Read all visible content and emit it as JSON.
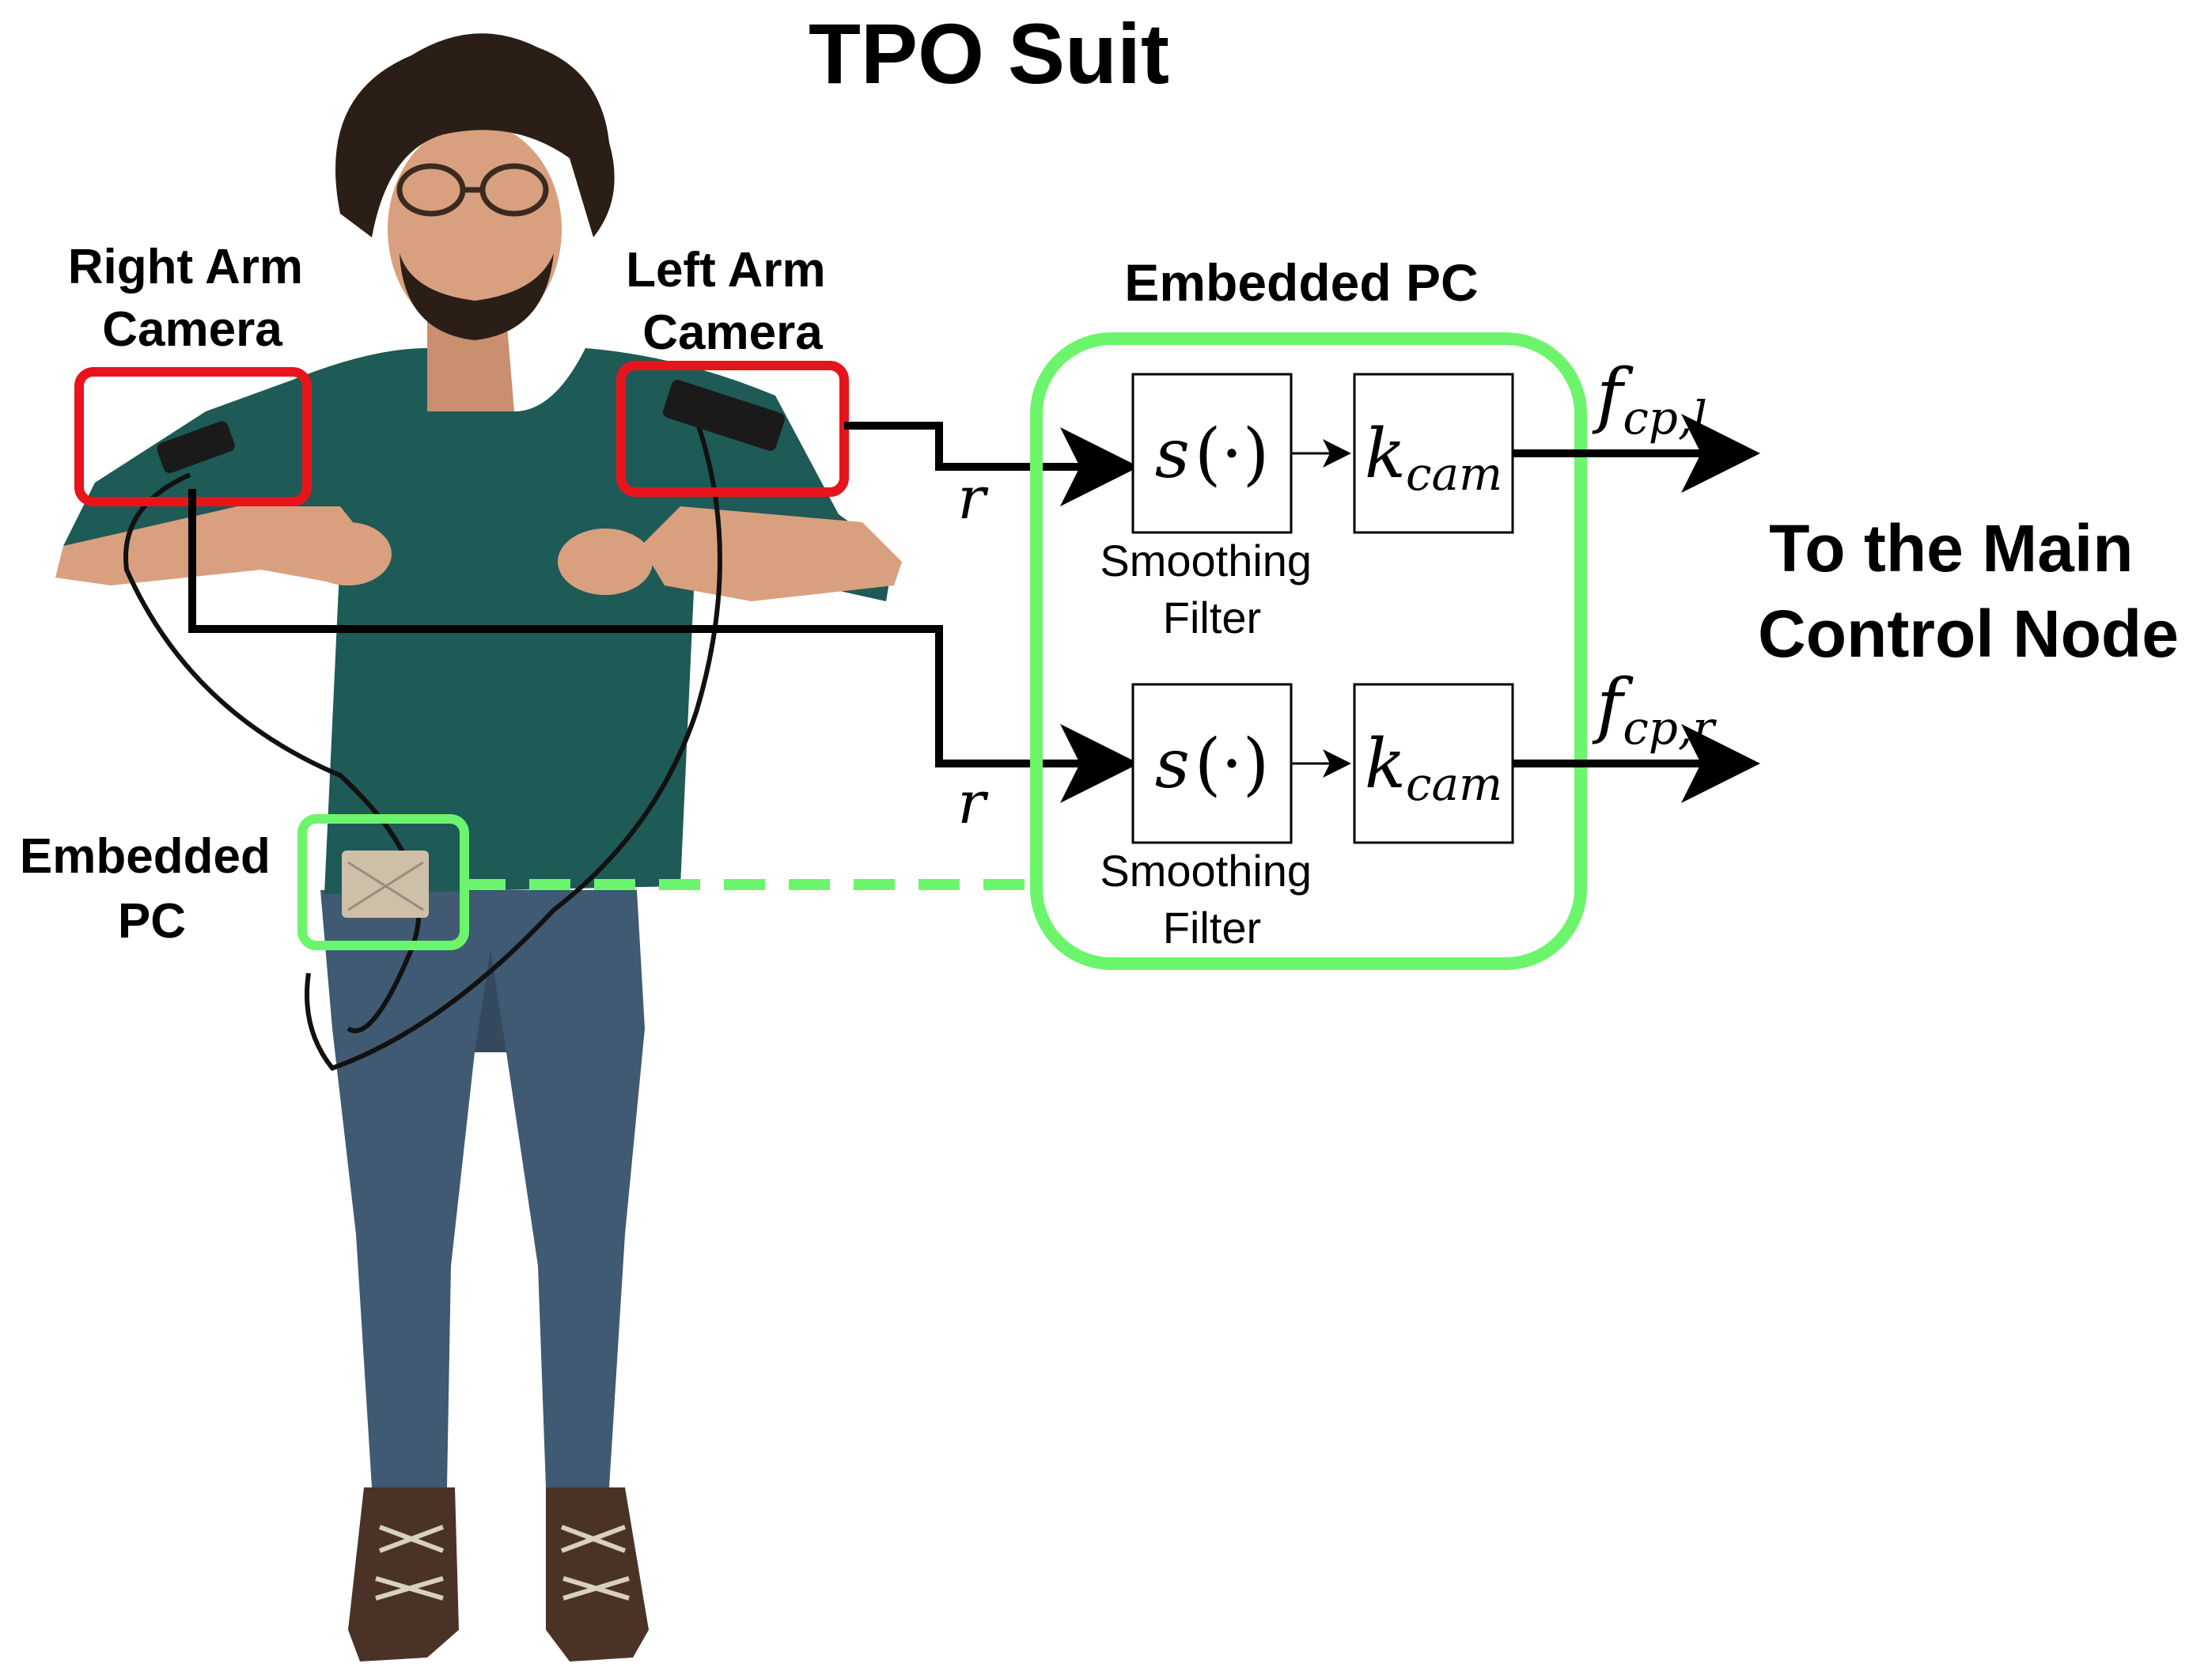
{
  "title": "TPO Suit",
  "labels": {
    "right_arm_camera": [
      "Right Arm",
      "Camera"
    ],
    "left_arm_camera": [
      "Left Arm",
      "Camera"
    ],
    "embedded_pc_small": [
      "Embedded",
      "PC"
    ],
    "embedded_pc_box": "Embedded PC",
    "output_target": [
      "To the Main",
      "Control Node"
    ]
  },
  "signals": {
    "input_top": "r",
    "input_bottom": "r",
    "output_top_main": "f",
    "output_top_sub": "cp,l",
    "output_bottom_main": "f",
    "output_bottom_sub": "cp,r"
  },
  "blocks": {
    "top": {
      "filter_main": "s",
      "filter_arg": "(·)",
      "filter_caption": [
        "Smoothing",
        "Filter"
      ],
      "gain_main": "k",
      "gain_sub": "cam"
    },
    "bottom": {
      "filter_main": "s",
      "filter_arg": "(·)",
      "filter_caption": [
        "Smoothing",
        "Filter"
      ],
      "gain_main": "k",
      "gain_sub": "cam"
    }
  },
  "colors": {
    "camera_highlight": "#e8141c",
    "pc_highlight": "#6cf56c",
    "shirt": "#1e5a56",
    "jeans": "#3f5a72",
    "skin": "#d9a07f",
    "hair": "#2a1e17",
    "line": "#000000"
  }
}
